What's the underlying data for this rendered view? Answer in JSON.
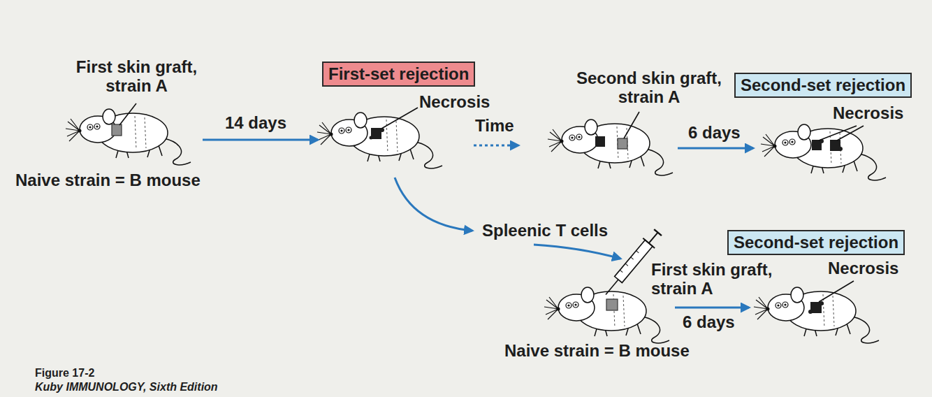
{
  "diagram": {
    "nodes": [
      {
        "text": [
          "First-set rejection"
        ]
      },
      {
        "text": [
          "Second-set rejection"
        ]
      },
      {
        "text": [
          "Second-set rejection"
        ]
      }
    ],
    "labels": [
      "First skin graft, strain A",
      "Naive strain = B mouse",
      "14 days",
      "Necrosis",
      "Time",
      "Second skin graft, strain A",
      "6 days",
      "Necrosis",
      "Spleenic T cells",
      "First skin graft, strain A",
      "Necrosis",
      "6 days",
      "Naive strain = B mouse",
      "Figure 17-2",
      "Kuby IMMUNOLOGY, Sixth Edition"
    ]
  }
}
